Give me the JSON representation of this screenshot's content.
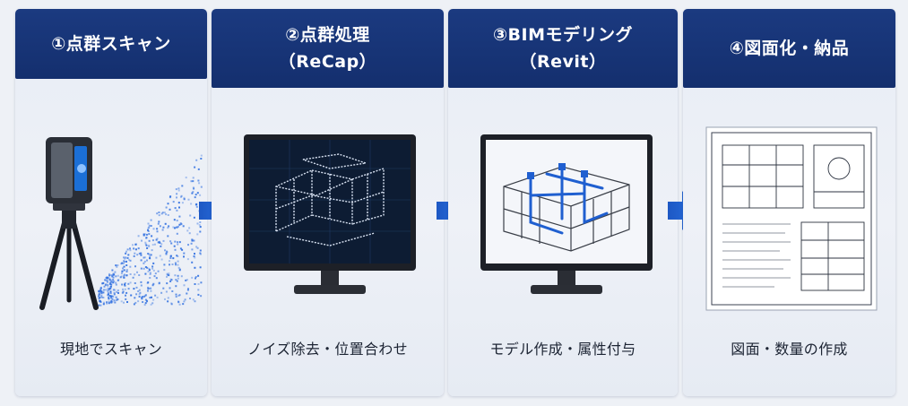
{
  "steps": [
    {
      "title_line1": "①点群スキャン",
      "title_line2": "",
      "caption": "現地でスキャン"
    },
    {
      "title_line1": "②点群処理",
      "title_line2": "（ReCap）",
      "caption": "ノイズ除去・位置合わせ"
    },
    {
      "title_line1": "③BIMモデリング",
      "title_line2": "（Revit）",
      "caption": "モデル作成・属性付与"
    },
    {
      "title_line1": "④図面化・納品",
      "title_line2": "",
      "caption": "図面・数量の作成"
    }
  ],
  "icons": {
    "scanner": "laser-scanner-icon",
    "monitor_pointcloud": "point-cloud-monitor-icon",
    "monitor_bim": "bim-model-monitor-icon",
    "drawing": "drawing-sheet-icon",
    "arrow": "arrow-right-icon"
  },
  "colors": {
    "header": "#16336f",
    "accent_blue": "#1f5fd0",
    "background": "#eef1f6"
  }
}
